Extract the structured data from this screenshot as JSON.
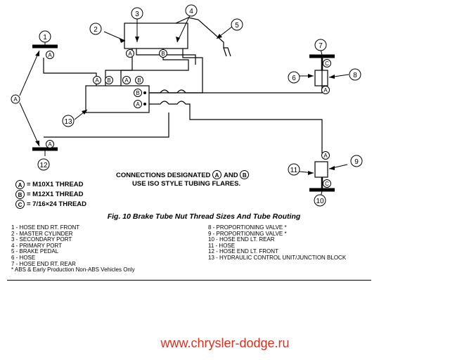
{
  "callouts": [
    "1",
    "2",
    "3",
    "4",
    "5",
    "6",
    "7",
    "8",
    "9",
    "10",
    "11",
    "12",
    "13"
  ],
  "port_letters": {
    "a": "A",
    "b": "B",
    "c": "C"
  },
  "connection_note": {
    "line1_prefix": "CONNECTIONS DESIGNATED",
    "line1_and": "AND",
    "line2": "USE ISO STYLE TUBING FLARES."
  },
  "threads": [
    {
      "letter": "A",
      "text": "= M10X1 THREAD"
    },
    {
      "letter": "B",
      "text": "= M12X1 THREAD"
    },
    {
      "letter": "C",
      "text": "= 7/16×24 THREAD"
    }
  ],
  "caption": "Fig. 10 Brake Tube Nut Thread Sizes And Tube Routing",
  "legend_left": [
    "1 - HOSE END RT. FRONT",
    "2 - MASTER CYLINDER",
    "3 - SECONDARY PORT",
    "4 - PRIMARY PORT",
    "5 - BRAKE PEDAL",
    "6 - HOSE",
    "7 - HOSE END RT. REAR",
    "* ABS & Early Production Non-ABS Vehicles Only"
  ],
  "legend_right": [
    "8 - PROPORTIONING VALVE *",
    "9 - PROPORTIONING VALVE *",
    "10 - HOSE END LT. REAR",
    "11 - HOSE",
    "12 - HOSE END LT. FRONT",
    "13 - HYDRAULIC CONTROL UNIT/JUNCTION BLOCK"
  ],
  "watermark": "www.chrysler-dodge.ru"
}
